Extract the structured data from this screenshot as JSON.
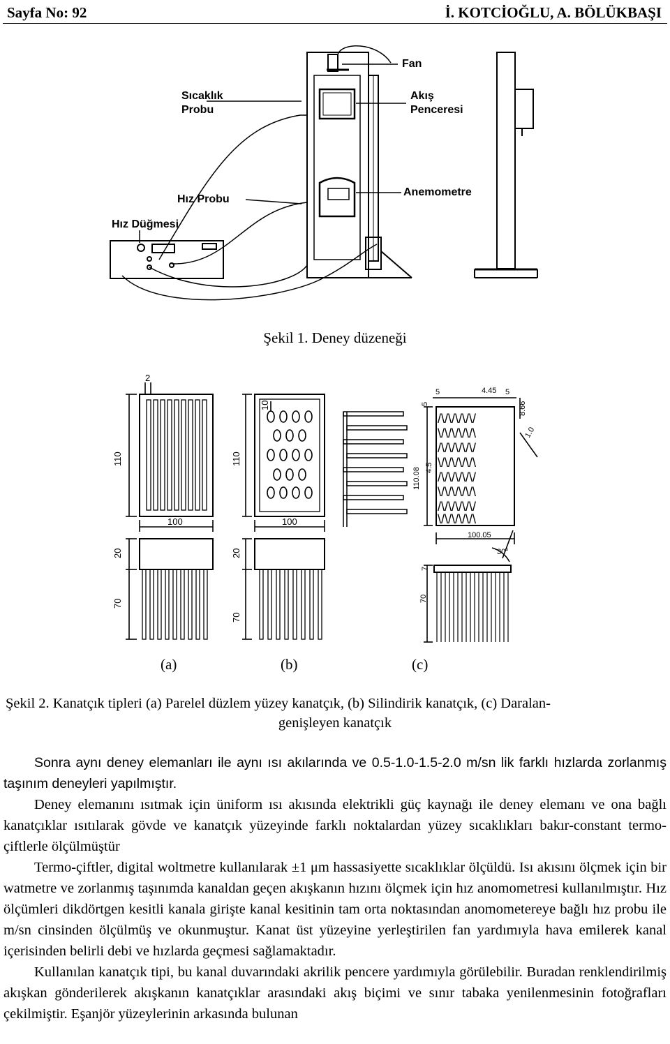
{
  "header": {
    "page_number": "Sayfa No: 92",
    "authors": "İ. KOTCİOĞLU, A. BÖLÜKBAŞI"
  },
  "figure1": {
    "labels": {
      "fan": "Fan",
      "temp_probe_1": "Sıcaklık",
      "temp_probe_2": "Probu",
      "flow_window_1": "Akış",
      "flow_window_2": "Penceresi",
      "anemometer": "Anemometre",
      "speed_probe": "Hız Probu",
      "speed_knob": "Hız Düğmesi"
    },
    "caption": "Şekil 1. Deney düzeneği"
  },
  "figure2": {
    "dims": {
      "a_top": "2",
      "a_height": "110",
      "a_width": "100",
      "a_base": "20",
      "a_fin": "70",
      "b_top": "10",
      "b_height": "110",
      "b_width": "100",
      "b_base": "20",
      "b_fin": "70",
      "c_top1": "5",
      "c_top2": "4.45",
      "c_top3": "5",
      "c_side": "8.66",
      "c_small": "5",
      "c_angle": "1.0",
      "c_gap": "4.5",
      "c_height": "110.08",
      "c_width": "100.05",
      "c_base_angle": "30°",
      "c_base": "7",
      "c_fin": "70"
    },
    "sub_a": "(a)",
    "sub_b": "(b)",
    "sub_c": "(c)",
    "caption_line1": "Şekil 2. Kanatçık tipleri (a) Parelel düzlem yüzey kanatçık, (b) Silindirik kanatçık, (c) Daralan-",
    "caption_line2": "genişleyen kanatçık"
  },
  "body": {
    "p1": "Sonra aynı deney elemanları ile aynı ısı akılarında ve 0.5-1.0-1.5-2.0 m/sn lik farklı hızlarda zorlanmış taşınım deneyleri yapılmıştır.",
    "p2": "Deney elemanını ısıtmak için üniform ısı akısında elektrikli güç kaynağı ile deney elemanı ve ona bağlı kanatçıklar ısıtılarak gövde ve kanatçık yüzeyinde farklı noktalardan yüzey sıcaklıkları bakır-constant termo- çiftlerle ölçülmüştür",
    "p3": "Termo-çiftler, digital woltmetre kullanılarak ±1 μm hassasiyette sıcaklıklar ölçüldü. Isı akısını ölçmek için bir watmetre ve zorlanmış taşınımda kanaldan geçen akışkanın hızını ölçmek için hız anomometresi kullanılmıştır. Hız ölçümleri dikdörtgen kesitli kanala girişte kanal kesitinin tam orta noktasından anomometereye bağlı hız probu ile m/sn cinsinden ölçülmüş ve okunmuştur. Kanat üst yüzeyine yerleştirilen fan yardımıyla hava emilerek kanal içerisinden belirli debi ve hızlarda geçmesi sağlamaktadır.",
    "p4": "Kullanılan kanatçık tipi, bu kanal duvarındaki akrilik pencere yardımıyla görülebilir. Buradan renklendirilmiş akışkan gönderilerek akışkanın kanatçıklar arasındaki akış biçimi ve sınır tabaka yenilenmesinin fotoğrafları çekilmiştir. Eşanjör yüzeylerinin arkasında bulunan"
  }
}
